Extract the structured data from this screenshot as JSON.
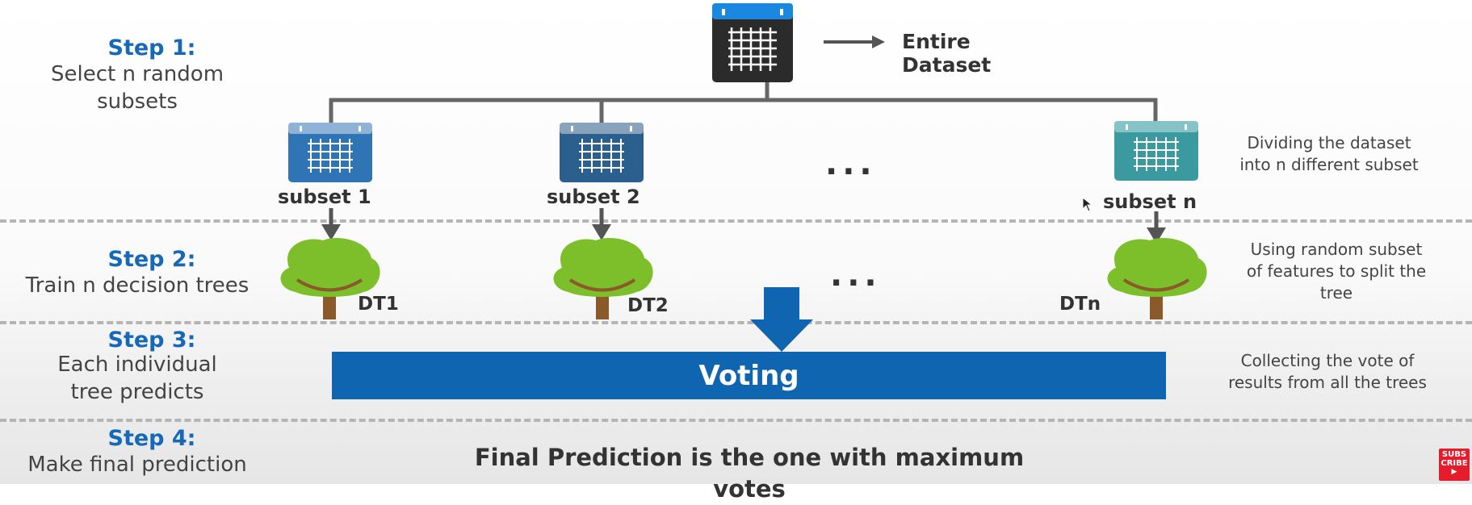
{
  "steps": [
    {
      "title": "Step 1:",
      "desc_lines": [
        "Select n random",
        "subsets"
      ]
    },
    {
      "title": "Step 2:",
      "desc_lines": [
        "Train n decision trees"
      ]
    },
    {
      "title": "Step 3:",
      "desc_lines": [
        "Each individual",
        "tree predicts"
      ]
    },
    {
      "title": "Step 4:",
      "desc_lines": [
        "Make final prediction"
      ]
    }
  ],
  "dataset": {
    "label_lines": [
      "Entire",
      "Dataset"
    ],
    "icon": "table-icon",
    "color": "#2b2b2b",
    "accent": "#1a87e0"
  },
  "subsets": [
    {
      "label": "subset 1",
      "color": "#2f74b5",
      "top": "#8fb3d6"
    },
    {
      "label": "subset 2",
      "color": "#2b5f8e",
      "top": "#8aa3bd"
    },
    {
      "label": "subset n",
      "color": "#3a9aa0",
      "top": "#86c3c6"
    }
  ],
  "trees": [
    {
      "label": "DT1"
    },
    {
      "label": "DT2"
    },
    {
      "label": "DTn"
    }
  ],
  "ellipsis": "...",
  "notes": [
    {
      "lines": [
        "Dividing the dataset",
        "into n different subset"
      ]
    },
    {
      "lines": [
        "Using random subset",
        "of features to split the",
        "tree"
      ]
    },
    {
      "lines": [
        "Collecting the vote of",
        "results from all the trees"
      ]
    }
  ],
  "voting": {
    "label": "Voting",
    "color": "#0f65b0"
  },
  "final": {
    "lines": [
      "Final Prediction is the one with maximum",
      "votes"
    ]
  },
  "subscribe": {
    "lines": [
      "SUBS",
      "CRIBE"
    ]
  }
}
